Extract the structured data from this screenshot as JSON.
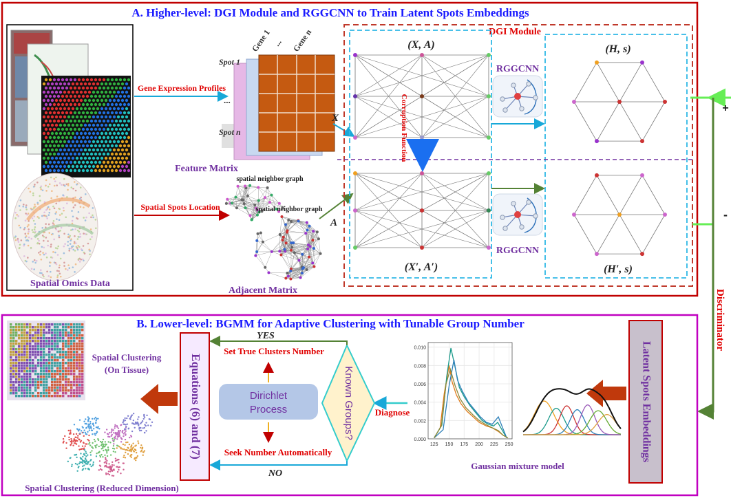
{
  "colors": {
    "frame_top": "#c00000",
    "frame_bottom": "#c000c0",
    "title_blue": "#1a1aff",
    "dgi_dashed": "#c0392b",
    "cyan_dashed": "#2eb8e6",
    "purple_text": "#7030a0",
    "red_text": "#e00000",
    "arrow_green": "#548235",
    "arrow_lime": "#66ee55",
    "arrow_cyan": "#18a8d8",
    "arrow_darkred": "#c0390c",
    "dirichlet_fill": "#b4c7e7",
    "diamond_fill": "#fff2cc",
    "diamond_stroke": "#33cccc",
    "matrix_brown": "#c55a11",
    "embed_box_fill": "#c8c0cc"
  },
  "section_a": {
    "title": "A. Higher-level: DGI Module and RGGCNN to Train Latent Spots Embeddings",
    "omics_label": "Spatial Omics Data",
    "gene_expr_label": "Gene Expression Profiles",
    "spatial_loc_label": "Spatial Spots Location",
    "genes": [
      "Gene 1",
      "...",
      "Gene n"
    ],
    "spot_first": "Spot 1",
    "spot_last": "Spot n",
    "dots": "...",
    "feature_matrix_label": "Feature Matrix",
    "snn_label": "spatial neighbor graph",
    "adjacent_label": "Adjacent Matrix",
    "x_label": "X",
    "a_label": "A",
    "dgi_title": "DGI Module",
    "graph_xa": "(X, A)",
    "graph_xa_prime": "(X′, A′)",
    "graph_hs": "(H, s)",
    "graph_hs_prime": "(H′, s)",
    "rggcnn": "RGGCNN",
    "corruption": "Corruption Function",
    "plus": "+",
    "minus": "-",
    "discriminator": "Discriminator"
  },
  "section_b": {
    "title": "B. Lower-level: BGMM for Adaptive Clustering with Tunable Group Number",
    "latent_label": "Latent Spots Embeddings",
    "gmm_label": "Gaussian mixture model",
    "diagnose_label": "Diagnose",
    "diamond_label": "Known Groups?",
    "yes_label": "YES",
    "no_label": "NO",
    "set_true_label": "Set True Clusters Number",
    "seek_label": "Seek Number Automatically",
    "dirichlet_label": "Dirichlet Process",
    "equations_label": "Equations (6) and (7)",
    "spatial_tissue_label": "Spatial Clustering (On Tissue)",
    "spatial_reduced_label": "Spatial Clustering (Reduced Dimension)"
  },
  "chart_data": {
    "type": "line",
    "title": "",
    "xlabel": "",
    "ylabel": "",
    "xlim": [
      115,
      255
    ],
    "ylim": [
      0,
      0.0105
    ],
    "xticks": [
      125,
      150,
      175,
      200,
      225,
      250
    ],
    "yticks": [
      0.0,
      0.002,
      0.004,
      0.006,
      0.008,
      0.01
    ],
    "ytick_labels": [
      "0.000",
      "0.002",
      "0.004",
      "0.006",
      "0.008",
      "0.010"
    ],
    "series": [
      {
        "color": "#e07b1a",
        "points": [
          [
            125,
            0.0001
          ],
          [
            135,
            0.0012
          ],
          [
            142,
            0.005
          ],
          [
            150,
            0.008
          ],
          [
            155,
            0.0062
          ],
          [
            162,
            0.0048
          ],
          [
            170,
            0.0038
          ],
          [
            180,
            0.003
          ],
          [
            190,
            0.0024
          ],
          [
            200,
            0.0018
          ],
          [
            212,
            0.0014
          ],
          [
            222,
            0.0012
          ],
          [
            232,
            0.0008
          ],
          [
            240,
            0.0004
          ],
          [
            248,
            0.0001
          ]
        ]
      },
      {
        "color": "#1a9a8a",
        "points": [
          [
            125,
            0.0001
          ],
          [
            138,
            0.0015
          ],
          [
            146,
            0.0068
          ],
          [
            153,
            0.0099
          ],
          [
            160,
            0.0078
          ],
          [
            167,
            0.0056
          ],
          [
            175,
            0.0046
          ],
          [
            185,
            0.0036
          ],
          [
            195,
            0.0028
          ],
          [
            205,
            0.002
          ],
          [
            215,
            0.0016
          ],
          [
            224,
            0.0014
          ],
          [
            231,
            0.0018
          ],
          [
            238,
            0.001
          ],
          [
            246,
            0.0001
          ]
        ]
      },
      {
        "color": "#2b7fb8",
        "points": [
          [
            125,
            0.0001
          ],
          [
            140,
            0.001
          ],
          [
            150,
            0.0058
          ],
          [
            158,
            0.0086
          ],
          [
            164,
            0.0064
          ],
          [
            172,
            0.0052
          ],
          [
            182,
            0.004
          ],
          [
            192,
            0.0032
          ],
          [
            202,
            0.0024
          ],
          [
            212,
            0.0018
          ],
          [
            222,
            0.0016
          ],
          [
            232,
            0.0024
          ],
          [
            238,
            0.0014
          ],
          [
            246,
            0.0001
          ]
        ]
      },
      {
        "color": "#8a8a3a",
        "points": [
          [
            125,
            0.0001
          ],
          [
            137,
            0.0014
          ],
          [
            145,
            0.006
          ],
          [
            152,
            0.0076
          ],
          [
            160,
            0.0058
          ],
          [
            168,
            0.0044
          ],
          [
            178,
            0.0034
          ],
          [
            190,
            0.0026
          ],
          [
            200,
            0.002
          ],
          [
            210,
            0.0016
          ],
          [
            222,
            0.0012
          ],
          [
            232,
            0.0009
          ],
          [
            240,
            0.0004
          ],
          [
            248,
            0.0001
          ]
        ]
      }
    ]
  }
}
